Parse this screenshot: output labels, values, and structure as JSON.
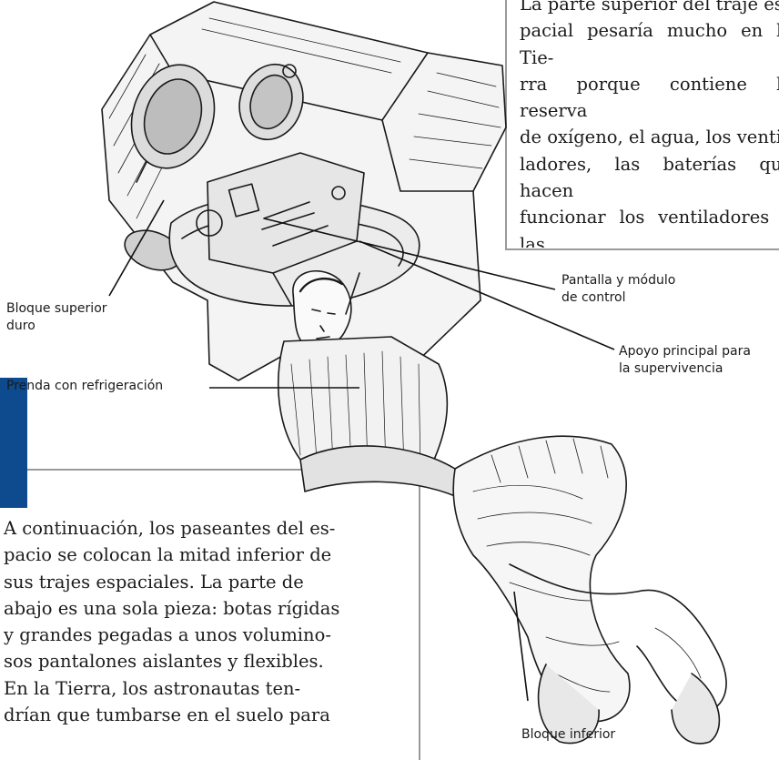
{
  "top_paragraph": "La parte  superior del traje es-\npacial pesaría mucho en la Tie-\nrra porque contiene la reserva\nde oxígeno, el agua, los venti-\nladores, las baterías que hacen\nfuncionar los ventiladores y las\nbombas que mantienen vivo al\nastronauta  durante  el  paseo\nespacial.",
  "bottom_paragraph": "A continuación, los paseantes del es-\npacio se colocan la mitad inferior de\nsus trajes espaciales. La parte de\nabajo es una sola pieza: botas rígidas\ny grandes pegadas a unos volumino-\nsos pantalones aislantes y flexibles.\nEn la Tierra, los astronautas ten-\ndrían que tumbarse en el suelo para",
  "labels": {
    "hard_upper_torso": "Bloque superior\nduro",
    "display_control": "Pantalla y módulo\nde control",
    "life_support": "Apoyo principal para\nla supervivencia",
    "cooling_garment": "Prenda con refrigeración",
    "lower_torso": "Bloque inferior"
  },
  "colors": {
    "accent_bar": "#0e4a8e",
    "frame": "#9a9a9a",
    "ink": "#1a1a1a"
  }
}
